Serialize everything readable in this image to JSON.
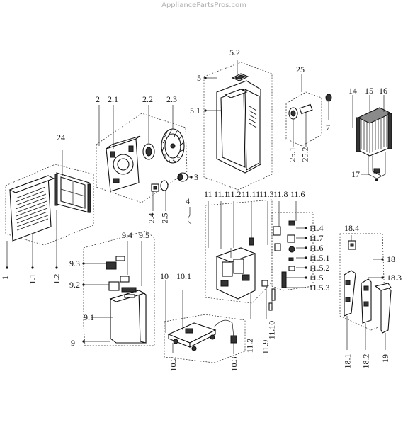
{
  "watermark": "AppliancePartsPros.com",
  "labels": {
    "l1": "1",
    "l1_1": "1.1",
    "l1_2": "1.2",
    "l24": "24",
    "l2": "2",
    "l2_1": "2.1",
    "l2_2": "2.2",
    "l2_3": "2.3",
    "l2_4": "2.4",
    "l2_5": "2.5",
    "l3": "3",
    "l4": "4",
    "l5": "5",
    "l5_1": "5.1",
    "l5_2": "5.2",
    "l25": "25",
    "l25_1": "25.1",
    "l25_2": "25.2",
    "l7": "7",
    "l14": "14",
    "l15": "15",
    "l16": "16",
    "l17": "17",
    "l11": "11",
    "l11_1": "11.1",
    "l11_2a": "11.2",
    "l11_11": "11.11",
    "l11_3": "11.3",
    "l11_8": "11.8",
    "l11_6a": "11.6",
    "l11_4": "11.4",
    "l11_7": "11.7",
    "l11_6b": "11.6",
    "l11_5_1": "11.5.1",
    "l11_5_2": "11.5.2",
    "l11_5": "11.5",
    "l11_5_3": "11.5.3",
    "l11_10": "11.10",
    "l11_9": "11.9",
    "l11_2b": "11.2",
    "l9": "9",
    "l9_1": "9.1",
    "l9_2": "9.2",
    "l9_3": "9.3",
    "l9_4": "9.4",
    "l9_5": "9.5",
    "l10": "10",
    "l10_1": "10.1",
    "l10_2": "10.2",
    "l10_3": "10.3",
    "l18": "18",
    "l18_1": "18.1",
    "l18_2": "18.2",
    "l18_3": "18.3",
    "l18_4": "18.4",
    "l19": "19"
  }
}
